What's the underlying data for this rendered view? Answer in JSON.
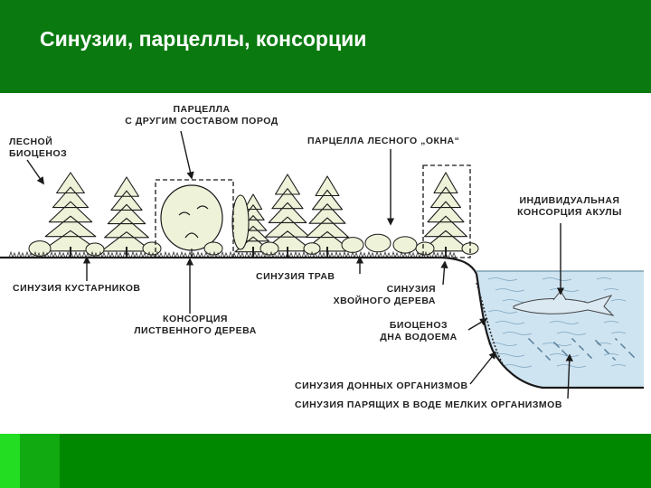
{
  "title": "Синузии, парцеллы, консорции",
  "labels": {
    "forest_biocenosis": [
      "ЛЕСНОЙ",
      "БИОЦЕНОЗ"
    ],
    "parcel_other": [
      "ПАРЦЕЛЛА",
      "С ДРУГИМ СОСТАВОМ ПОРОД"
    ],
    "parcel_window": "ПАРЦЕЛЛА ЛЕСНОГО „ОКНА“",
    "shark_consortium": [
      "ИНДИВИДУАЛЬНАЯ",
      "КОНСОРЦИЯ АКУЛЫ"
    ],
    "shrub_synusia": "СИНУЗИЯ КУСТАРНИКОВ",
    "grass_synusia": "СИНУЗИЯ ТРАВ",
    "conifer_synusia": [
      "СИНУЗИЯ",
      "ХВОЙНОГО ДЕРЕВА"
    ],
    "deciduous_consortium": [
      "КОНСОРЦИЯ",
      "ЛИСТВЕННОГО ДЕРЕВА"
    ],
    "bottom_biocenosis": [
      "БИОЦЕНОЗ",
      "ДНА ВОДОЕМА"
    ],
    "bottom_organisms_synusia": "СИНУЗИЯ ДОННЫХ ОРГАНИЗМОВ",
    "floating_organisms_synusia": "СИНУЗИЯ ПАРЯЩИХ В ВОДЕ МЕЛКИХ ОРГАНИЗМОВ"
  },
  "colors": {
    "background": "#0a7a10",
    "tree_fill": "#eef2d8",
    "line": "#1a1a1a",
    "water": "#cfe4f1"
  }
}
